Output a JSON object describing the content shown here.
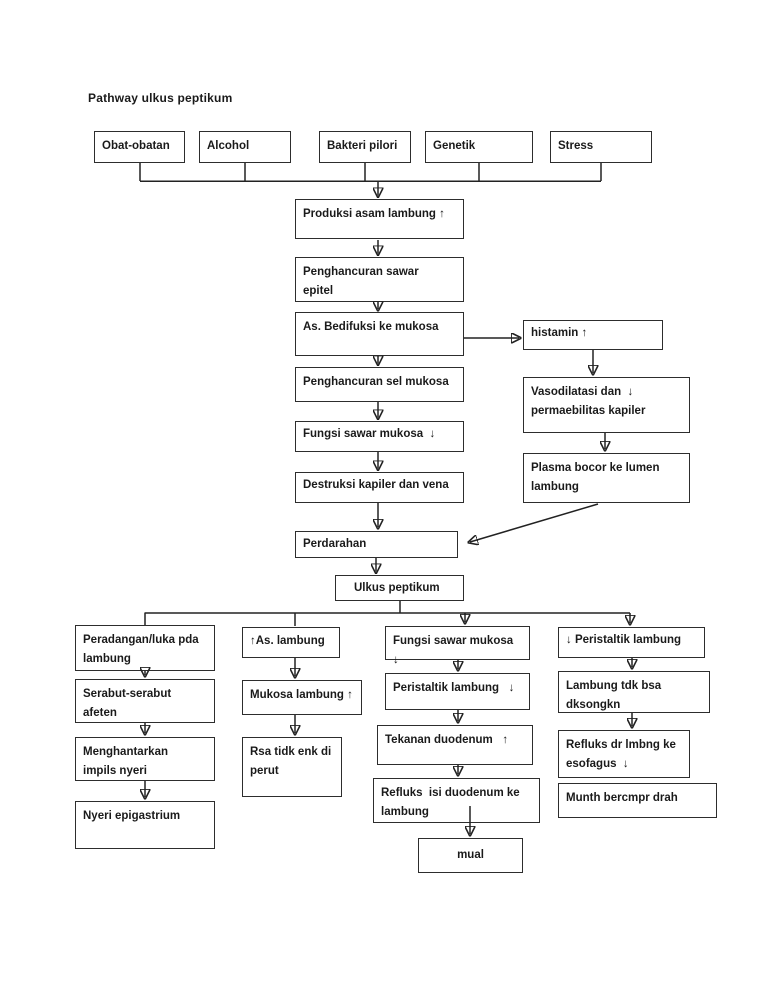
{
  "title": "Pathway ulkus peptikum",
  "colors": {
    "line": "#222222",
    "text": "#1a1a1a",
    "box_border": "#2d2d2d",
    "page_bg": "#ffffff"
  },
  "causes": {
    "obat_obatan": "Obat-obatan",
    "alcohol": "Alcohol",
    "bakteri_pilori": "Bakteri pilori",
    "genetik": "Genetik",
    "stress": "Stress"
  },
  "chain": {
    "produksi_asam_lambung": "Produksi asam lambung ↑",
    "penghancuran_sawar_epitel": "Penghancuran sawar\nepitel",
    "as_bedifuksi_ke_mukosa": "As. Bedifuksi ke mukosa",
    "penghancuran_sel_mukosa": "Penghancuran sel mukosa",
    "fungsi_sawar_mukosa": "Fungsi sawar mukosa  ↓",
    "destruksi_kapiler_dan_vena": "Destruksi kapiler dan vena",
    "perdarahan": "Perdarahan",
    "ulkus_peptikum": "Ulkus peptikum"
  },
  "right_branch": {
    "histamin": "histamin ↑",
    "vasodilatasi_permaebilitas": "Vasodilatasi dan  ↓\npermaebilitas kapiler",
    "plasma_bocor": "Plasma bocor ke lumen\nlambung"
  },
  "outcome_columns": {
    "pain": {
      "peradangan_luka": "Peradangan/luka pda\nlambung",
      "serabut_afeten": "Serabut-serabut\nafeten",
      "menghantarkan_impils": "Menghantarkan\nimpils nyeri",
      "nyeri_epigastrium": "Nyeri epigastrium"
    },
    "acid": {
      "as_lambung": "↑As. lambung",
      "mukosa_lambung": "Mukosa lambung ↑",
      "rsa_tidk_enk": "Rsa tidk enk di\nperut"
    },
    "duodenum": {
      "fungsi_sawar_mukosa": "Fungsi sawar mukosa ↓",
      "peristaltik_lambung": "Peristaltik lambung   ↓",
      "tekanan_duodenum": "Tekanan duodenum   ↑",
      "refluks_isi_duodenum": "Refluks  isi duodenum ke\nlambung",
      "mual": "mual"
    },
    "peristaltic": {
      "peristaltik_lambung": "↓ Peristaltik lambung",
      "lambung_tdk_bsa": "Lambung tdk bsa\ndksongkn",
      "refluks_esofagus": "Refluks dr lmbng ke\nesofagus  ↓",
      "munth_bercmpr_drah": "Munth bercmpr drah"
    }
  }
}
